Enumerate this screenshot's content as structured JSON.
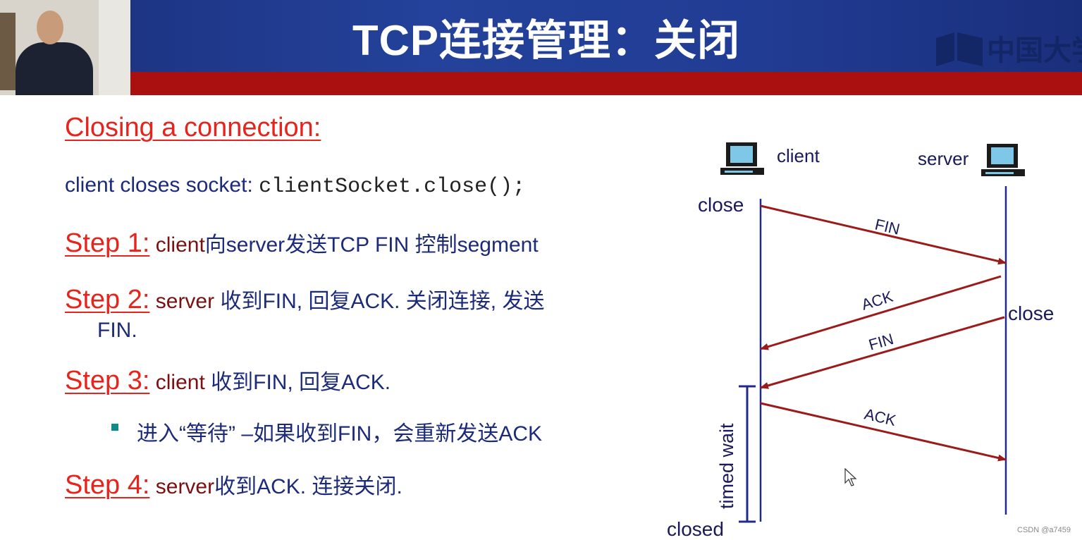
{
  "slide": {
    "title": "TCP连接管理：关闭",
    "logo_text": "中国大学",
    "heading": "Closing a connection:",
    "socket_line": {
      "label": "client closes socket: ",
      "code": "clientSocket.close();"
    },
    "steps": [
      {
        "label": "Step 1:",
        "text_dark": " client",
        "text_rest": "向server发送TCP FIN 控制segment"
      },
      {
        "label": "Step 2:",
        "text_dark": " server",
        "text_rest": " 收到FIN, 回复ACK. 关闭连接, 发送",
        "text_cont": "FIN."
      },
      {
        "label": "Step 3:",
        "text_dark": " client",
        "text_rest": " 收到FIN, 回复ACK."
      },
      {
        "label": "Step 4:",
        "text_dark": " server",
        "text_rest": "收到ACK. 连接关闭."
      }
    ],
    "sub_bullet": "进入“等待” –如果收到FIN，会重新发送ACK"
  },
  "diagram": {
    "client_label": "client",
    "server_label": "server",
    "client_close": "close",
    "server_close": "close",
    "closed_label": "closed",
    "timed_wait_label": "timed wait",
    "messages": [
      "FIN",
      "ACK",
      "FIN",
      "ACK"
    ],
    "arrow_color": "#9b1b1b",
    "line_color": "#1f2a8a"
  },
  "footer": {
    "watermark": "CSDN @a7459"
  }
}
